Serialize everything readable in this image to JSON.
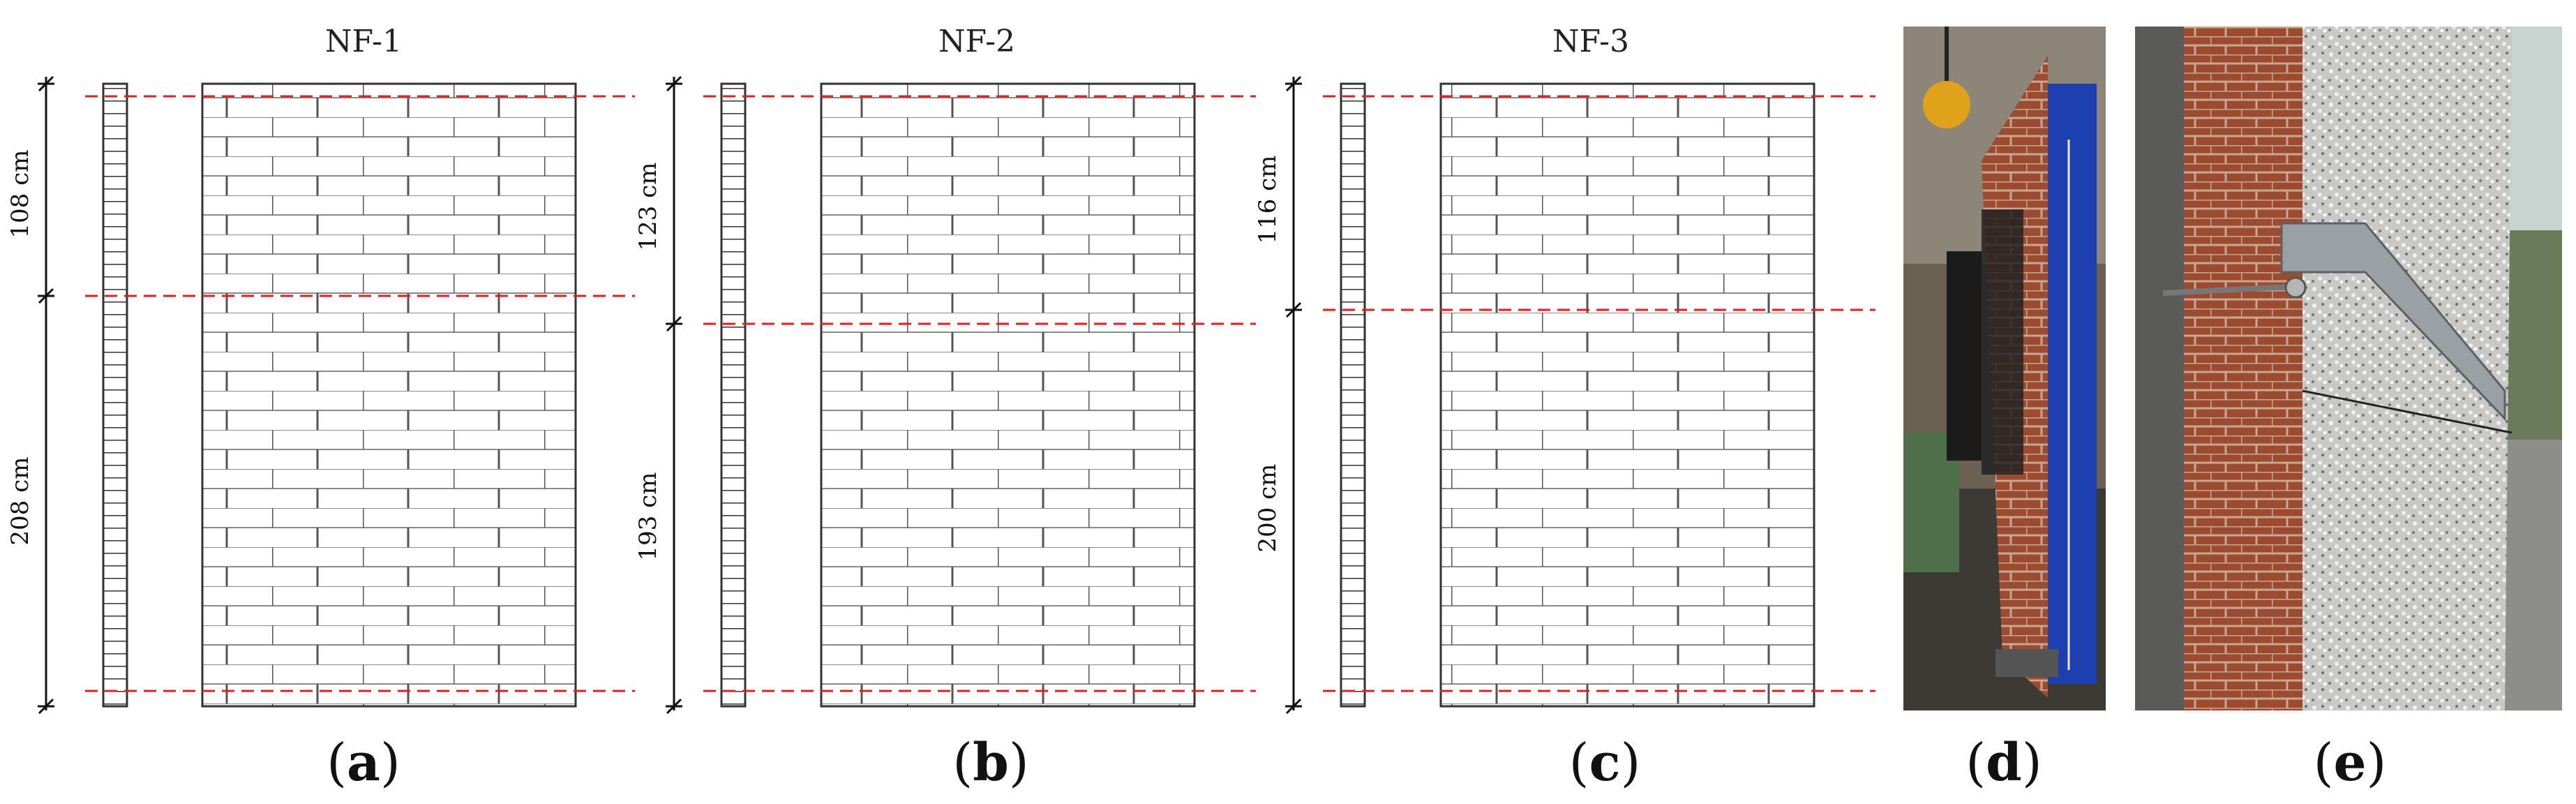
{
  "panels": [
    {
      "id": "a",
      "title": "NF-1",
      "dims": [
        "108 cm",
        "208 cm"
      ]
    },
    {
      "id": "b",
      "title": "NF-2",
      "dims": [
        "123 cm",
        "193 cm"
      ]
    },
    {
      "id": "c",
      "title": "NF-3",
      "dims": [
        "116 cm",
        "200 cm"
      ]
    }
  ],
  "captions": {
    "a": {
      "open": "(",
      "letter": "a",
      "close": ")"
    },
    "b": {
      "open": "(",
      "letter": "b",
      "close": ")"
    },
    "c": {
      "open": "(",
      "letter": "c",
      "close": ")"
    },
    "d": {
      "open": "(",
      "letter": "d",
      "close": ")"
    },
    "e": {
      "open": "(",
      "letter": "e",
      "close": ")"
    }
  },
  "colors": {
    "cut_line": "#e02020",
    "brick_stroke": "#8a8a8a",
    "wall_outline": "#333333",
    "dim_line": "#111111"
  }
}
